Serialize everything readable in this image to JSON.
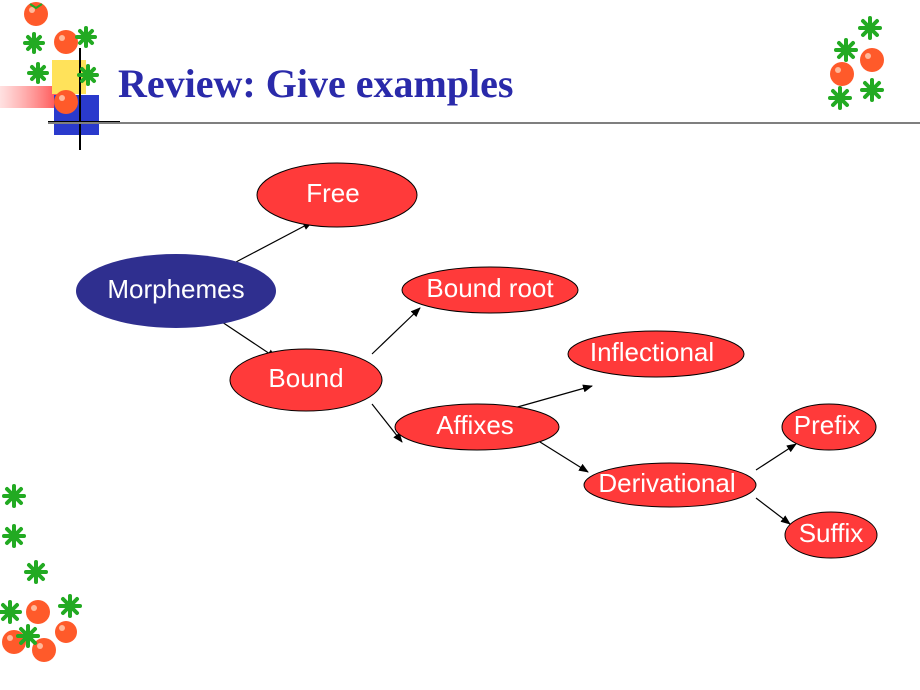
{
  "slide": {
    "title": "Review: Give examples"
  },
  "colors": {
    "title": "#2a2aaa",
    "rule": "#7f7f7f",
    "root_node_fill": "#2f2f8f",
    "node_fill": "#ff3a3a",
    "node_stroke": "#000000",
    "arrow": "#000000",
    "deco_green": "#22aa22",
    "deco_red": "#ff5a2a",
    "deco_yellow": "#ffe25a",
    "deco_blue": "#2a3acc"
  },
  "nodes": {
    "morphemes": "Morphemes",
    "free": "Free",
    "bound": "Bound",
    "bound_root": "Bound root",
    "affixes": "Affixes",
    "inflectional": "Inflectional",
    "derivational": "Derivational",
    "prefix": "Prefix",
    "suffix": "Suffix"
  },
  "icons": [
    "tomato-icon",
    "clover-icon"
  ]
}
